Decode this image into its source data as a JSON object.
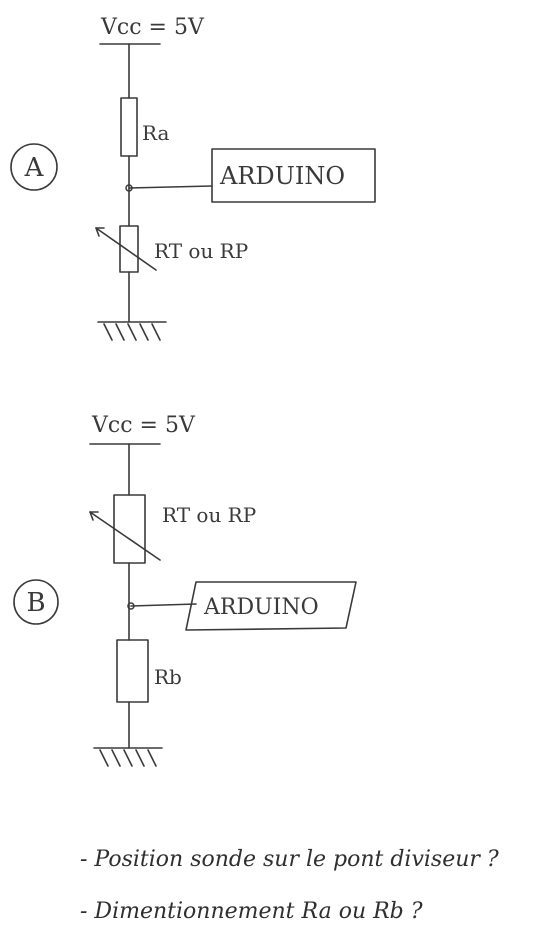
{
  "circuit_a": {
    "label": "A",
    "vcc": "Vcc = 5V",
    "top_resistor": "Ra",
    "bottom_resistor": "RT ou RP",
    "arduino": "ARDUINO"
  },
  "circuit_b": {
    "label": "B",
    "vcc": "Vcc = 5V",
    "top_resistor": "RT ou RP",
    "bottom_resistor": "Rb",
    "arduino": "ARDUINO"
  },
  "notes": [
    "- Position sonde sur le pont diviseur ?",
    "- Dimentionnement Ra ou Rb ?"
  ]
}
